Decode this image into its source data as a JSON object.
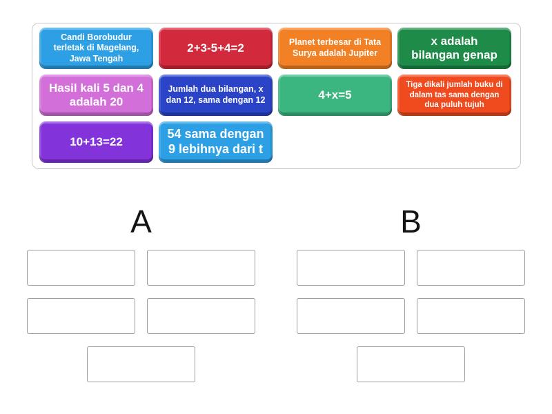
{
  "activity": {
    "type": "group-sort",
    "background": "#ffffff"
  },
  "tray": {
    "tiles": [
      {
        "text": "Candi Borobudur terletak di Magelang, Jawa Tengah",
        "color": "#2d9fe4"
      },
      {
        "text": "2+3-5+4=2",
        "color": "#d2293c"
      },
      {
        "text": "Planet terbesar di Tata Surya adalah Jupiter",
        "color": "#f28126"
      },
      {
        "text": "x adalah bilangan genap",
        "color": "#1e8b48"
      },
      {
        "text": "Hasil kali 5 dan 4 adalah 20",
        "color": "#d36fd9"
      },
      {
        "text": "Jumlah dua bilangan, x dan 12, sama dengan 12",
        "color": "#2b43c6"
      },
      {
        "text": "4+x=5",
        "color": "#3cb680"
      },
      {
        "text": "Tiga dikali jumlah buku di dalam tas sama dengan dua puluh tujuh",
        "color": "#f04b1e"
      },
      {
        "text": "10+13=22",
        "color": "#8233da"
      },
      {
        "text": "54 sama dengan 9 lebihnya dari t",
        "color": "#2d9fe4"
      }
    ]
  },
  "groups": [
    {
      "label": "A",
      "slot_count": 5
    },
    {
      "label": "B",
      "slot_count": 5
    }
  ]
}
